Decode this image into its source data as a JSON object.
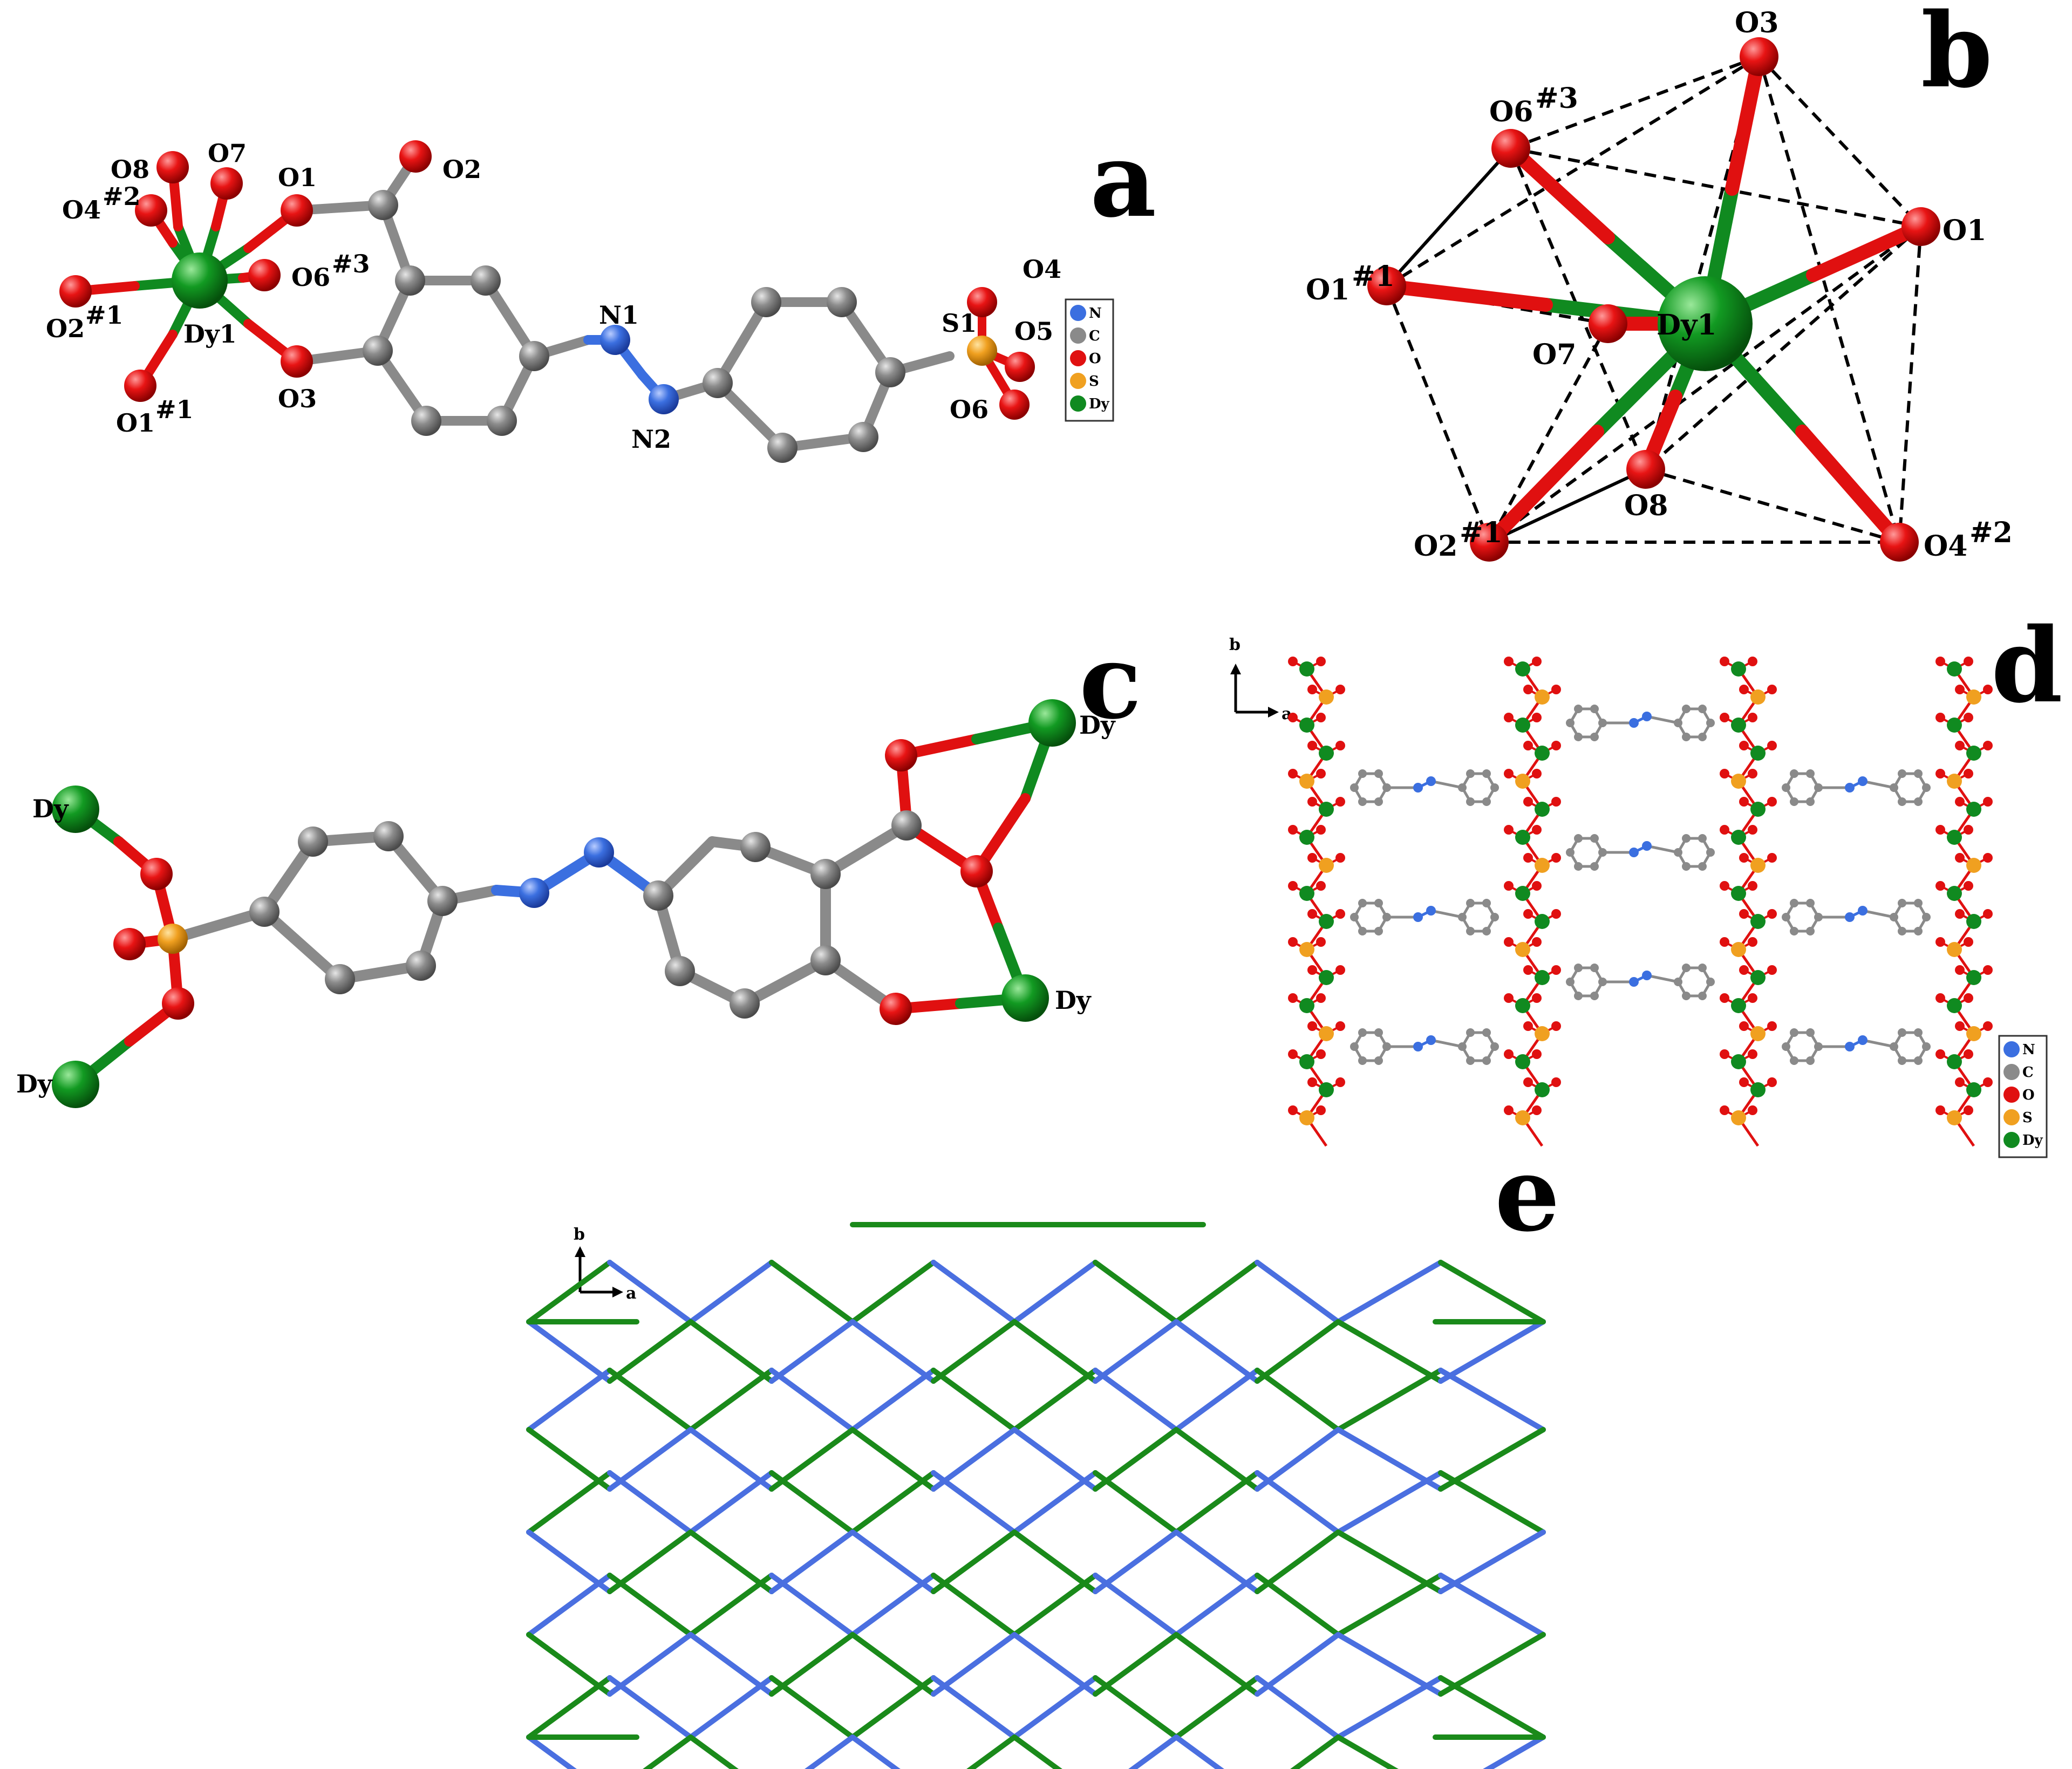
{
  "panels": {
    "a": {
      "letter": "a",
      "labels": {
        "o8": "O8",
        "o7": "O7",
        "o1": "O1",
        "o2": "O2",
        "o4_2": "O4",
        "o4_2_sup": "#2",
        "o6_3": "O6",
        "o6_3_sup": "#3",
        "o2_1": "O2",
        "o2_1_sup": "#1",
        "dy1": "Dy1",
        "o1_1": "O1",
        "o1_1_sup": "#1",
        "o3": "O3",
        "n1": "N1",
        "n2": "N2",
        "s1": "S1",
        "o4": "O4",
        "o5": "O5",
        "o6": "O6"
      }
    },
    "b": {
      "letter": "b",
      "labels": {
        "o3": "O3",
        "o6_3": "O6",
        "o6_3_sup": "#3",
        "o1": "O1",
        "o1_1": "O1",
        "o1_1_sup": "#1",
        "o7": "O7",
        "dy1": "Dy1",
        "o8": "O8",
        "o2_1": "O2",
        "o2_1_sup": "#1",
        "o4_2": "O4",
        "o4_2_sup": "#2"
      }
    },
    "c": {
      "letter": "c",
      "labels": {
        "dy_top_right": "Dy",
        "dy_left_top": "Dy",
        "dy_left_bottom": "Dy",
        "dy_bottom_right": "Dy"
      }
    },
    "d": {
      "letter": "d",
      "axis": {
        "b": "b",
        "a": "a"
      }
    },
    "e": {
      "letter": "e",
      "axis": {
        "b": "b",
        "a": "a"
      }
    }
  },
  "legend": {
    "items": [
      {
        "symbol": "N",
        "color": "#3b6fe0"
      },
      {
        "symbol": "C",
        "color": "#8a8a8a"
      },
      {
        "symbol": "O",
        "color": "#e01010"
      },
      {
        "symbol": "S",
        "color": "#f0a020"
      },
      {
        "symbol": "Dy",
        "color": "#108a20"
      }
    ]
  },
  "colors": {
    "nitrogen": "#3b6fe0",
    "carbon": "#8a8a8a",
    "oxygen": "#e01010",
    "sulfur": "#f0a020",
    "dysprosium": "#108a20",
    "net_green": "#1a8a1a",
    "net_blue": "#4a6fe0"
  }
}
